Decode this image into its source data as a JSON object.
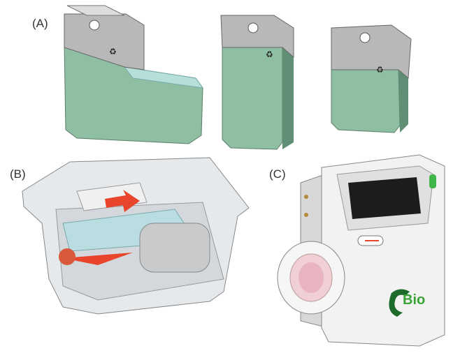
{
  "panels": [
    {
      "label": "(A)"
    },
    {
      "label": "(B)"
    },
    {
      "label": "(C)"
    }
  ],
  "logo": {
    "text": "Bio"
  },
  "colors": {
    "cartridge_green": "#8fbfa2",
    "cap_gray": "#b8b8b8",
    "arrow_red": "#e8452c",
    "logo_green": "#3aa335"
  }
}
